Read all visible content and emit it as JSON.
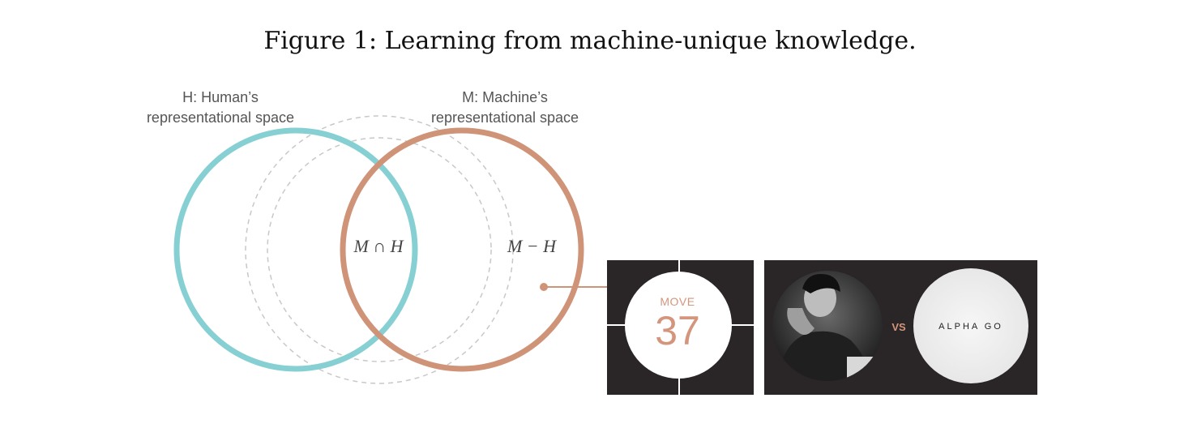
{
  "figure": {
    "title": "Figure 1: Learning from machine-unique knowledge."
  },
  "venn": {
    "human_label_line1": "H: Human’s",
    "human_label_line2": "representational space",
    "machine_label_line1": "M: Machine’s",
    "machine_label_line2": "representational space",
    "intersection_label": "M ∩ H",
    "difference_label": "M − H",
    "colors": {
      "human": "#86d0d4",
      "machine": "#cf9378",
      "dashed": "#c8c8c8",
      "label_text": "#555555",
      "math_text": "#444444"
    }
  },
  "move_card": {
    "label": "MOVE",
    "number": "37",
    "colors": {
      "background": "#2a2526",
      "accent": "#d4957c",
      "disc": "#ffffff"
    }
  },
  "versus_card": {
    "vs_label": "VS",
    "opponent_label": "ALPHA GO",
    "player_photo": "player-photo",
    "colors": {
      "background": "#2a2526",
      "accent": "#d4957c",
      "disc": "#f0f0f0"
    }
  }
}
